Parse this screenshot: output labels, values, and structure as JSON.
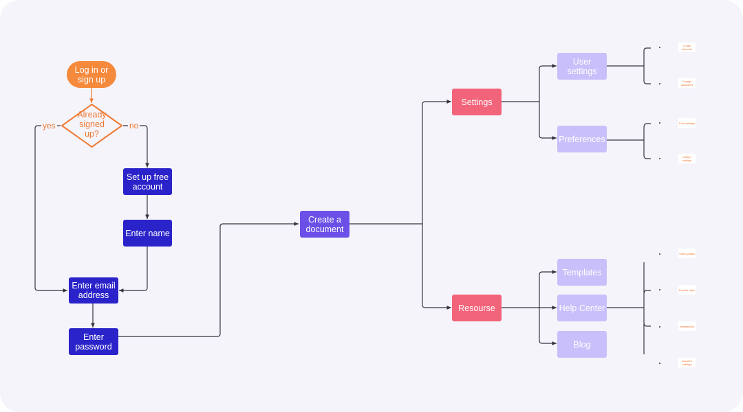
{
  "colors": {
    "background": "#f5f4fb",
    "start": "#f58a3d",
    "process": "#2a23c9",
    "document": "#6c4fe6",
    "category": "#f2647a",
    "subitem": "#c9bffa",
    "line": "#333340"
  },
  "nodes": {
    "start": "Log in or sign up",
    "decision": "Already signed up?",
    "yes": "yes",
    "no": "no",
    "setup": "Set up free account",
    "name": "Enter name",
    "email": "Enter email address",
    "password": "Enter password",
    "create": "Create a document",
    "settings": "Settings",
    "resourse": "Resourse",
    "user_settings": "User settings",
    "preferences": "Preferences",
    "templates": "Templates",
    "help": "Help Center",
    "blog": "Blog"
  },
  "leaves": {
    "settings": [
      {
        "label": "Create telecode"
      },
      {
        "label": "Change password"
      },
      {
        "label": "Font settings"
      },
      {
        "label": "Design settings"
      }
    ],
    "resources": [
      {
        "label": "Video guides"
      },
      {
        "label": "Popular topic"
      },
      {
        "label": "Integrations"
      },
      {
        "label": "Account settings"
      }
    ]
  }
}
